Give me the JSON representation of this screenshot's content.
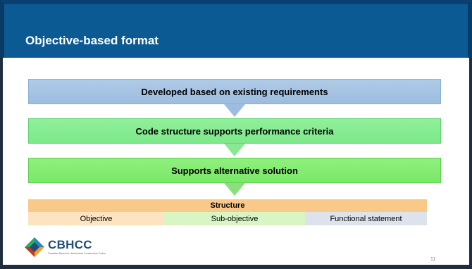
{
  "title": "Objective-based format",
  "flow": [
    {
      "label": "Developed based on existing requirements"
    },
    {
      "label": "Code structure supports performance criteria"
    },
    {
      "label": "Supports alternative solution"
    }
  ],
  "structure": {
    "header": "Structure",
    "cells": [
      "Objective",
      "Sub-objective",
      "Functional statement"
    ]
  },
  "logo": {
    "name": "CBHCC",
    "subtitle": "Canadian Board for Harmonized Construction Codes"
  },
  "page_number": "11",
  "colors": {
    "title_bar": "#0b5a93",
    "flow_1": "#9dbde0",
    "flow_2": "#7de88a",
    "flow_3": "#7ae868",
    "structure_header": "#f9c98a",
    "objective": "#fde3c0",
    "sub_objective": "#d8f5c4",
    "functional_statement": "#dde3ec"
  }
}
